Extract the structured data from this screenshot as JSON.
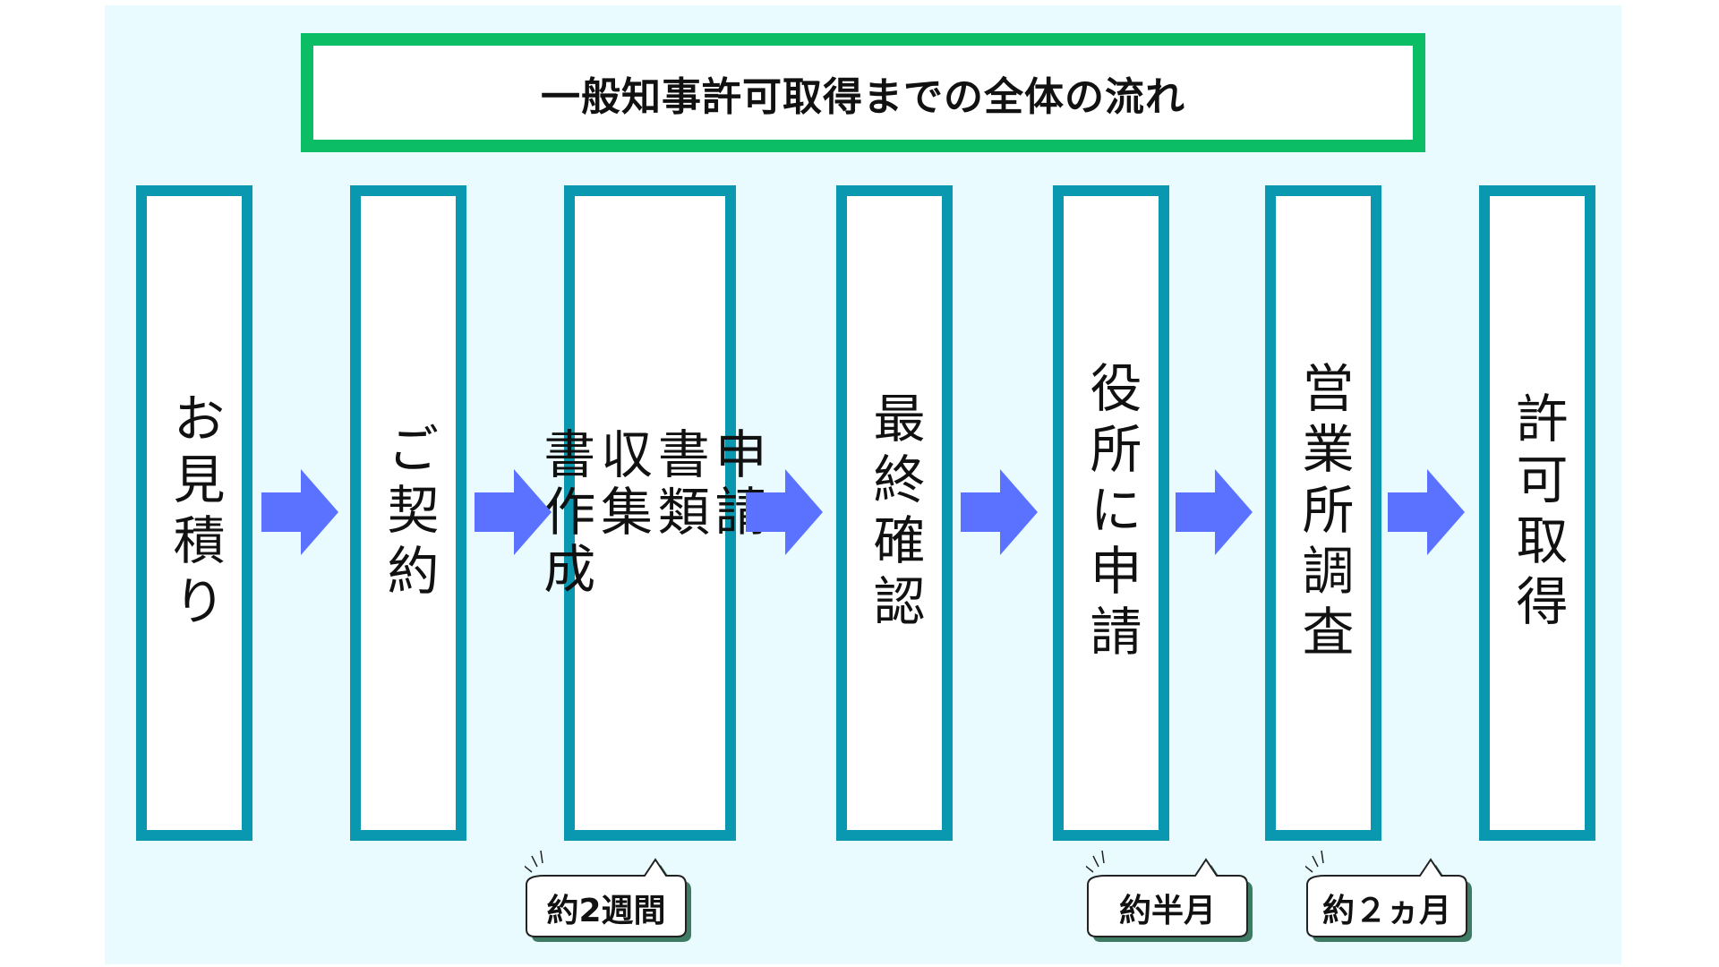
{
  "title": "一般知事許可取得までの全体の流れ",
  "steps": [
    {
      "label": "お見積り"
    },
    {
      "label": "ご契約"
    },
    {
      "label": "申請\n書類\n収集\n書作成"
    },
    {
      "label": "最終確認"
    },
    {
      "label": "役所に申請"
    },
    {
      "label": "営業所調査"
    },
    {
      "label": "許可取得"
    }
  ],
  "durations": [
    {
      "label": "約2週間"
    },
    {
      "label": "約半月"
    },
    {
      "label": "約２ヵ月"
    }
  ],
  "colors": {
    "background": "#e9fbff",
    "title_border": "#0bbe65",
    "step_border": "#0a97b0",
    "arrow": "#5a72ff",
    "bubble_shadow": "#3f7a62"
  }
}
